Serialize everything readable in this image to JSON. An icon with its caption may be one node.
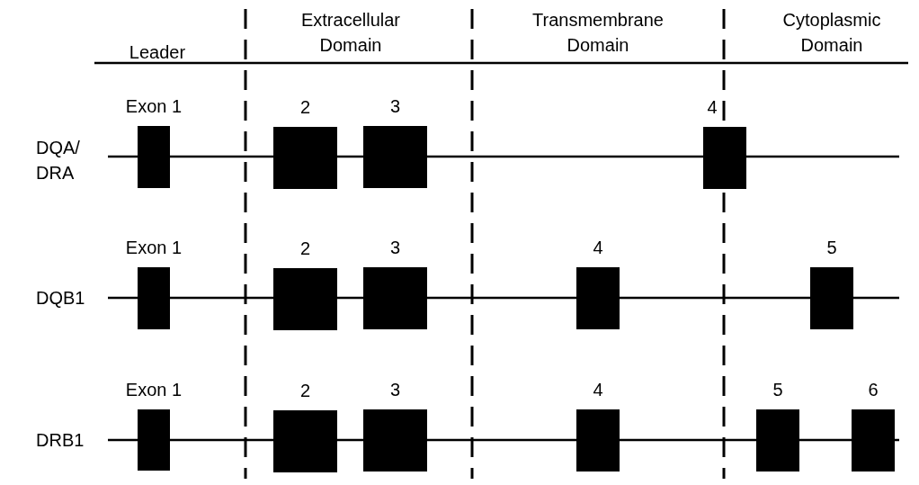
{
  "diagram": {
    "nodes": [
      {
        "text": [],
        "shape": "box",
        "beside": [
          "Exon 1"
        ]
      },
      {
        "text": [],
        "shape": "box",
        "beside": [
          "2"
        ]
      },
      {
        "text": [],
        "shape": "box",
        "beside": [
          "3"
        ]
      },
      {
        "text": [],
        "shape": "box",
        "beside": [
          "4"
        ]
      },
      {
        "text": [],
        "shape": "box",
        "beside": [
          "Exon 1"
        ]
      },
      {
        "text": [],
        "shape": "box",
        "beside": [
          "2"
        ]
      },
      {
        "text": [],
        "shape": "box",
        "beside": [
          "3"
        ]
      },
      {
        "text": [],
        "shape": "box",
        "beside": [
          "4"
        ]
      },
      {
        "text": [],
        "shape": "box",
        "beside": [
          "5"
        ]
      },
      {
        "text": [],
        "shape": "box",
        "beside": [
          "Exon 1"
        ]
      },
      {
        "text": [],
        "shape": "box",
        "beside": [
          "2"
        ]
      },
      {
        "text": [],
        "shape": "box",
        "beside": [
          "3"
        ]
      },
      {
        "text": [],
        "shape": "box",
        "beside": [
          "4"
        ]
      },
      {
        "text": [],
        "shape": "box",
        "beside": [
          "5"
        ]
      },
      {
        "text": [],
        "shape": "box",
        "beside": [
          "6"
        ]
      }
    ],
    "labels": [
      "Leader",
      "Extracellular Domain",
      "Transmembrane Domain",
      "Cytoplasmic Domain",
      "DQA/ DRA",
      "DQB1",
      "DRB1"
    ]
  }
}
